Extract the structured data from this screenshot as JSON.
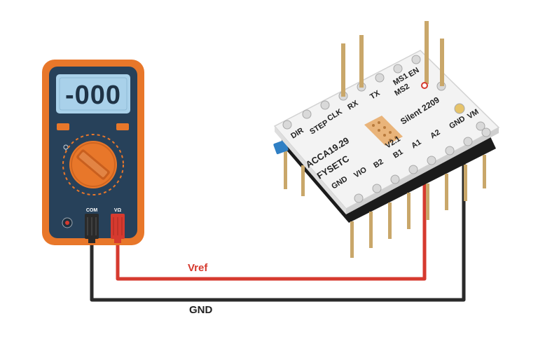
{
  "colors": {
    "meter_body": "#e8772a",
    "meter_panel": "#27415a",
    "lcd_bg": "#a9d1ea",
    "lcd_digits": "#1f3346",
    "knob": "#e8772a",
    "probe_red": "#d63a2f",
    "probe_black": "#2a2a2a",
    "wire_red": "#d63a2f",
    "wire_black": "#2a2a2a",
    "board": "#f3f3f3",
    "header": "#1b1b1b",
    "pin": "#c9a76a",
    "chip": "#e9b47a",
    "pot": "#2f7fc4"
  },
  "multimeter": {
    "display": "-000",
    "jack_com": "COM",
    "jack_v": "VΩ"
  },
  "board": {
    "pins_top": [
      "EN",
      "MS1",
      "MS2",
      "TX",
      "RX",
      "CLK",
      "STEP",
      "DIR"
    ],
    "pins_bottom": [
      "GND",
      "VIO",
      "B2",
      "B1",
      "A1",
      "A2",
      "GND",
      "VM"
    ],
    "model": "Silent 2209",
    "line1": "ACCA19.29",
    "line2": "FYSETC",
    "version": "V2.1"
  },
  "wires": {
    "vref_label": "Vref",
    "gnd_label": "GND"
  }
}
